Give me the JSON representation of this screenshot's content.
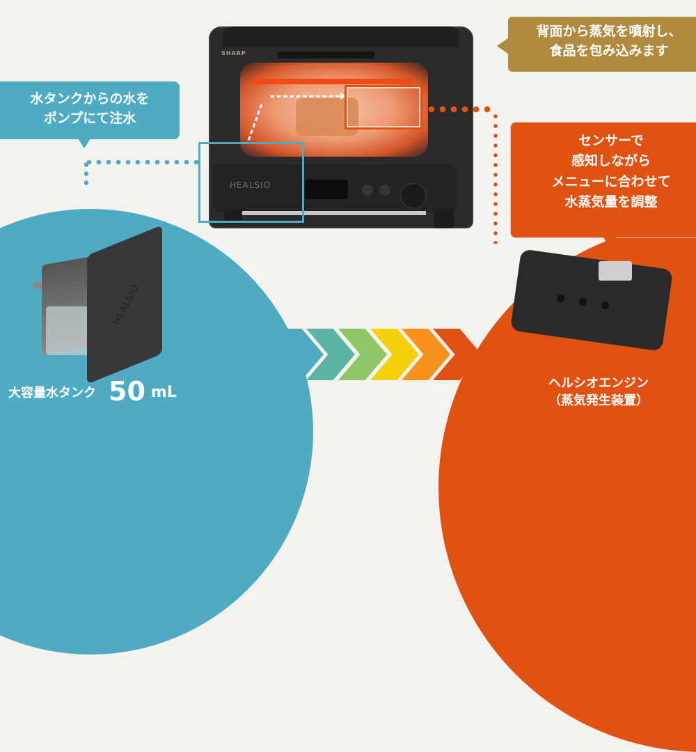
{
  "colors": {
    "background": "#f4f2ee",
    "blue": "#4fabc4",
    "orange": "#e05212",
    "gold": "#b08a3e",
    "chevrons": [
      "#4fabc4",
      "#5cb5a3",
      "#8fc767",
      "#f3d20b",
      "#f7921c",
      "#e05212"
    ]
  },
  "callouts": {
    "steam_back": {
      "line1": "背面から蒸気を噴射し、",
      "line2": "食品を包み込みます"
    },
    "pump": {
      "line1": "水タンクからの水を",
      "line2": "ポンプにて注水"
    },
    "sensor": {
      "line1": "センサーで",
      "line2": "感知しながら",
      "line3": "メニューに合わせて",
      "line4": "水蒸気量を調整"
    }
  },
  "oven": {
    "brand": "SHARP",
    "model": "HEALSIO"
  },
  "tank": {
    "logo": "HEALSIO",
    "label": "大容量水タンク",
    "capacity_value": "50",
    "capacity_unit": "mL"
  },
  "engine": {
    "label_line1": "ヘルシオエンジン",
    "label_line2": "（蒸気発生装置）"
  }
}
